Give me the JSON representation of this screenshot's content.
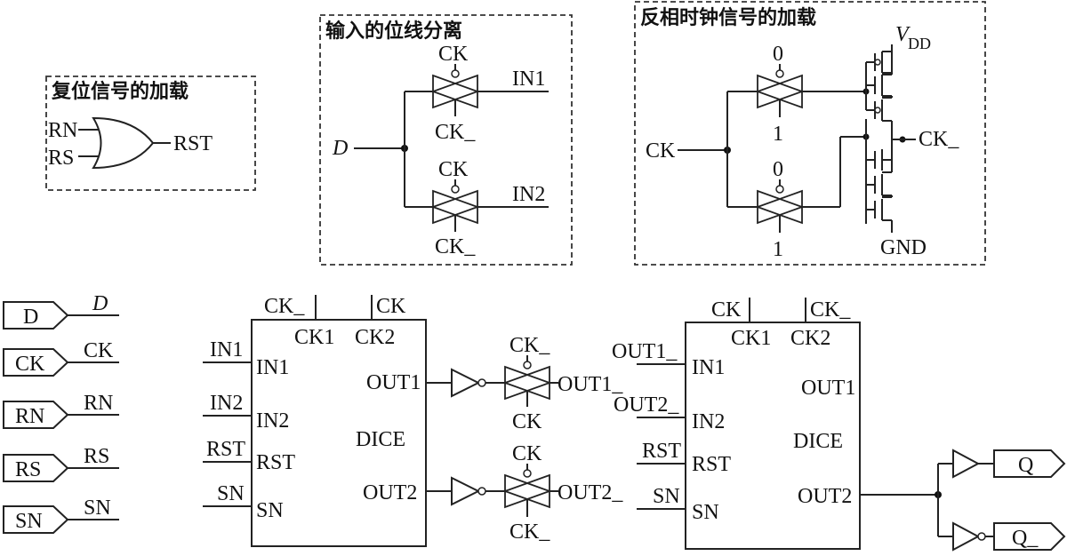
{
  "reset_box": {
    "title": "复位信号的加载",
    "in1": "RN",
    "in2": "RS",
    "out": "RST"
  },
  "input_box": {
    "title": "输入的位线分离",
    "d": "D",
    "top_ck": "CK",
    "top_ckb": "CK_",
    "out1": "IN1",
    "bot_ck": "CK",
    "bot_ckb": "CK_",
    "out2": "IN2"
  },
  "clock_box": {
    "title": "反相时钟信号的加载",
    "ck": "CK",
    "top_0": "0",
    "top_1": "1",
    "bot_0": "0",
    "bot_1": "1",
    "vdd_v": "V",
    "vdd_sub": "DD",
    "ckb": "CK_",
    "gnd": "GND"
  },
  "ports": [
    {
      "label": "D",
      "net": "D"
    },
    {
      "label": "CK",
      "net": "CK"
    },
    {
      "label": "RN",
      "net": "RN"
    },
    {
      "label": "RS",
      "net": "RS"
    },
    {
      "label": "SN",
      "net": "SN"
    }
  ],
  "dice1": {
    "top_left_label": "CK_",
    "top_right_label": "CK",
    "pin_ck1": "CK1",
    "pin_ck2": "CK2",
    "pin_in1": "IN1",
    "pin_in2": "IN2",
    "pin_rst": "RST",
    "pin_sn": "SN",
    "pin_out1": "OUT1",
    "pin_out2": "OUT2",
    "name": "DICE",
    "net_in1": "IN1",
    "net_in2": "IN2",
    "net_rst": "RST",
    "net_sn": "SN"
  },
  "tg_mid_top": {
    "top": "CK_",
    "bottom": "CK",
    "out": "OUT1_"
  },
  "tg_mid_bot": {
    "top": "CK",
    "bottom": "CK_",
    "out": "OUT2_"
  },
  "dice2": {
    "top_left_label": "CK",
    "top_right_label": "CK_",
    "pin_ck1": "CK1",
    "pin_ck2": "CK2",
    "pin_in1": "IN1",
    "pin_in2": "IN2",
    "pin_rst": "RST",
    "pin_sn": "SN",
    "pin_out1": "OUT1",
    "pin_out2": "OUT2",
    "name": "DICE",
    "net_in1": "OUT1_",
    "net_in2": "OUT2_",
    "net_rst": "RST",
    "net_sn": "SN"
  },
  "outputs": {
    "q": "Q",
    "qb": "Q_"
  }
}
